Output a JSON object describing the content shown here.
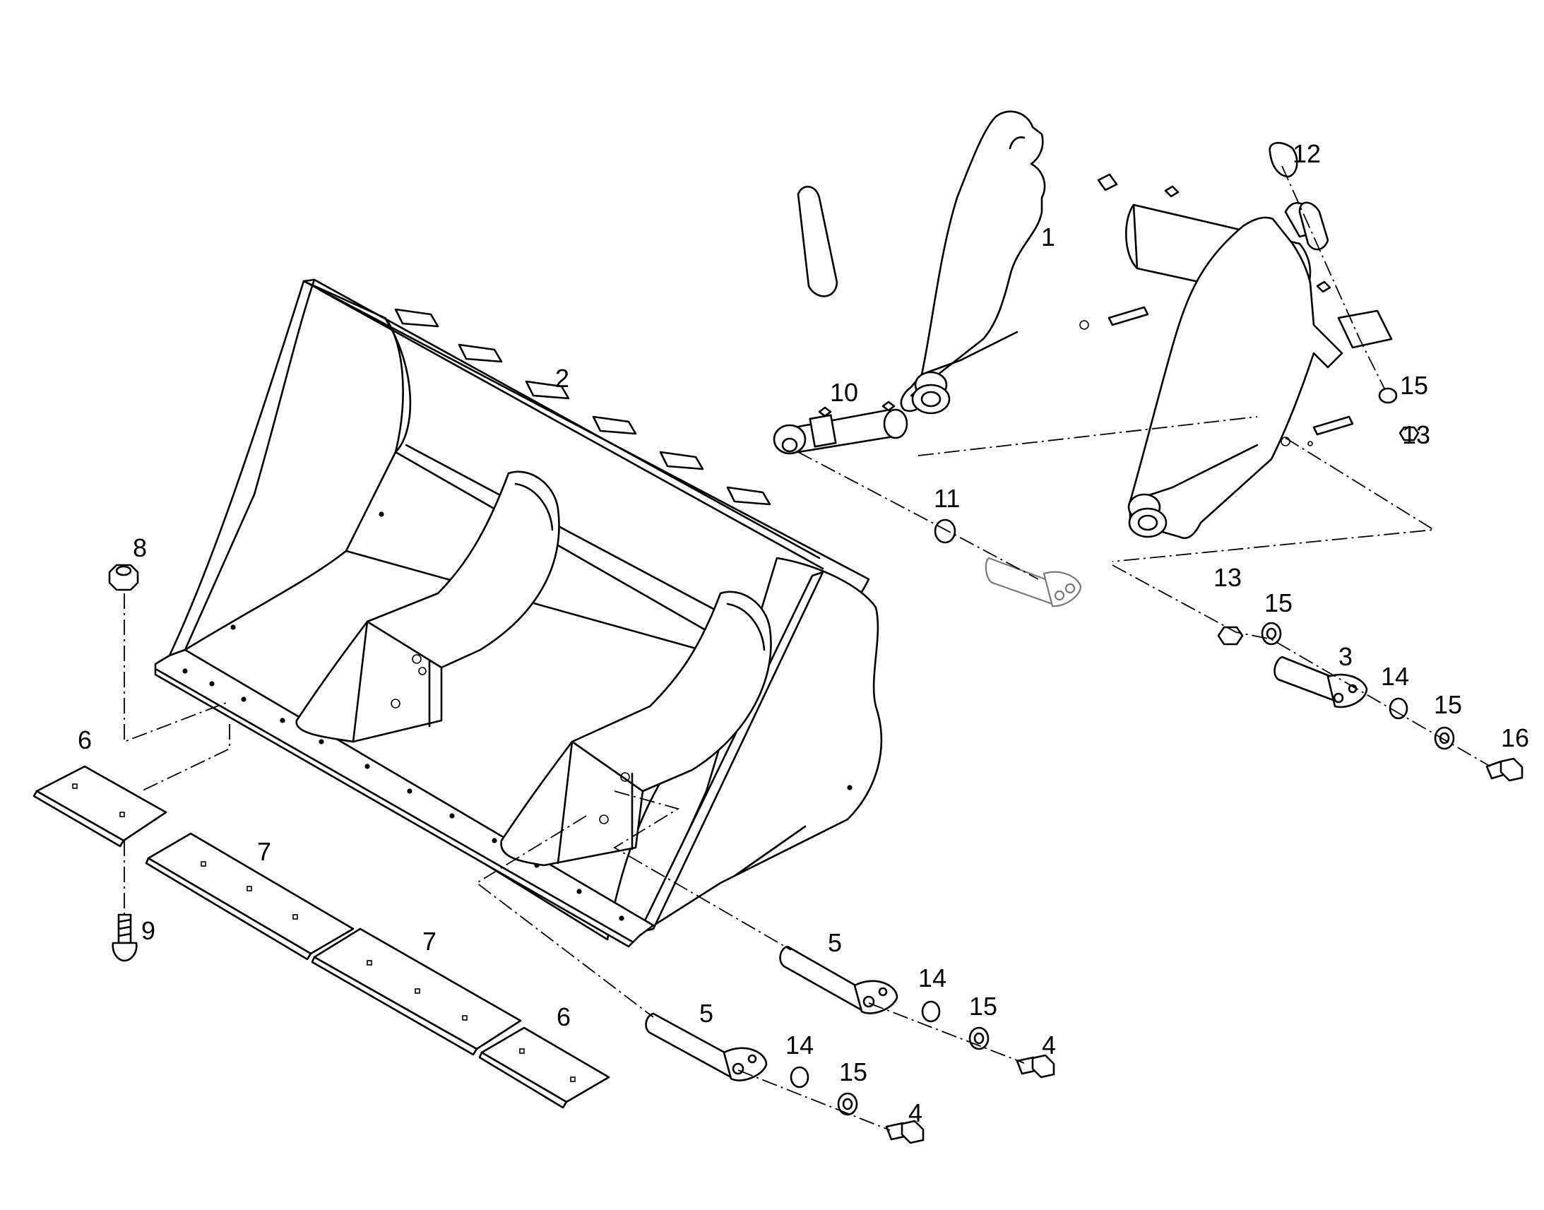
{
  "callouts": [
    {
      "id": "c1",
      "text": "1"
    },
    {
      "id": "c2",
      "text": "2"
    },
    {
      "id": "c3",
      "text": "3"
    },
    {
      "id": "c4a",
      "text": "4"
    },
    {
      "id": "c4b",
      "text": "4"
    },
    {
      "id": "c5a",
      "text": "5"
    },
    {
      "id": "c5b",
      "text": "5"
    },
    {
      "id": "c6a",
      "text": "6"
    },
    {
      "id": "c6b",
      "text": "6"
    },
    {
      "id": "c7a",
      "text": "7"
    },
    {
      "id": "c7b",
      "text": "7"
    },
    {
      "id": "c8",
      "text": "8"
    },
    {
      "id": "c9",
      "text": "9"
    },
    {
      "id": "c10",
      "text": "10"
    },
    {
      "id": "c11",
      "text": "11"
    },
    {
      "id": "c12",
      "text": "12"
    },
    {
      "id": "c13a",
      "text": "13"
    },
    {
      "id": "c13b",
      "text": "13"
    },
    {
      "id": "c14a",
      "text": "14"
    },
    {
      "id": "c14b",
      "text": "14"
    },
    {
      "id": "c14c",
      "text": "14"
    },
    {
      "id": "c15a",
      "text": "15"
    },
    {
      "id": "c15b",
      "text": "15"
    },
    {
      "id": "c15c",
      "text": "15"
    },
    {
      "id": "c15d",
      "text": "15"
    },
    {
      "id": "c16",
      "text": "16"
    }
  ]
}
